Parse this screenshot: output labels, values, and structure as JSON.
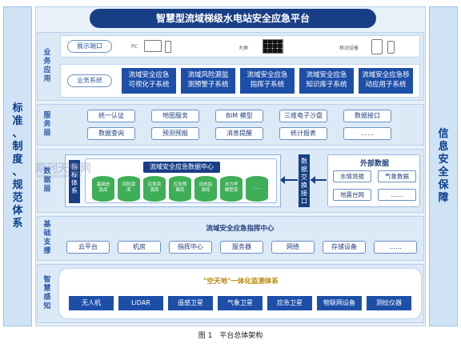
{
  "title": "智慧型流域梯级水电站安全应急平台",
  "left_side": [
    "标",
    "准",
    "、",
    "制",
    "度",
    "、",
    "规",
    "范",
    "体",
    "系"
  ],
  "right_side": [
    "信",
    "息",
    "安",
    "全",
    "保",
    "障"
  ],
  "business": {
    "label": [
      "业",
      "务",
      "应",
      "用"
    ],
    "display_port": "展示端口",
    "devices": {
      "pc": "PC",
      "screen": "大屏",
      "mobile": "移动设备"
    },
    "system_label": "业务系统",
    "systems": [
      [
        "流域安全应急",
        "可视化子系统"
      ],
      [
        "流域风险源监",
        "测预警子系统"
      ],
      [
        "流域安全应急",
        "指挥子系统"
      ],
      [
        "流域安全应急",
        "知识库子系统"
      ],
      [
        "流域安全应急移",
        "动应用子系统"
      ]
    ]
  },
  "service": {
    "label": [
      "服",
      "务",
      "层"
    ],
    "row1": [
      "统一认证",
      "地图服务",
      "BIM 模型",
      "三维电子沙盘",
      "数据接口"
    ],
    "row2": [
      "数据查询",
      "预测预报",
      "消息提醒",
      "统计报表",
      "……"
    ]
  },
  "data": {
    "label": [
      "数",
      "据",
      "层"
    ],
    "index_system": [
      "指",
      "标",
      "体",
      "系"
    ],
    "center_title": "流域安全应急数据中心",
    "dbs": [
      [
        "基础信",
        "息库"
      ],
      [
        "风险源",
        "库"
      ],
      [
        "应急资",
        "源库"
      ],
      [
        "应急预",
        "案库"
      ],
      [
        "动态监",
        "测库"
      ],
      [
        "水力学",
        "模型库"
      ],
      [
        "……"
      ]
    ],
    "exchange": [
      "数",
      "据",
      "交",
      "换",
      "接",
      "口"
    ],
    "external_title": "外部数据",
    "external": [
      "水情测报",
      "气象数据",
      "地震台网",
      "……"
    ]
  },
  "foundation": {
    "label": [
      "基",
      "础",
      "支",
      "撑"
    ],
    "title": "流域安全应急指挥中心",
    "items": [
      "云平台",
      "机房",
      "指挥中心",
      "服务器",
      "网络",
      "存储设备",
      "……"
    ]
  },
  "perception": {
    "label": [
      "智",
      "慧",
      "感",
      "知"
    ],
    "title": "\"空天地\"一体化监测体系",
    "items": [
      "无人机",
      "LiDAR",
      "遥感卫星",
      "气象卫星",
      "应急卫星",
      "物联网设备",
      "测绘仪器"
    ]
  },
  "caption": "图 1　平台总体架构",
  "watermark": "期刊天空网",
  "watermark_url": "www.qikansky.com"
}
